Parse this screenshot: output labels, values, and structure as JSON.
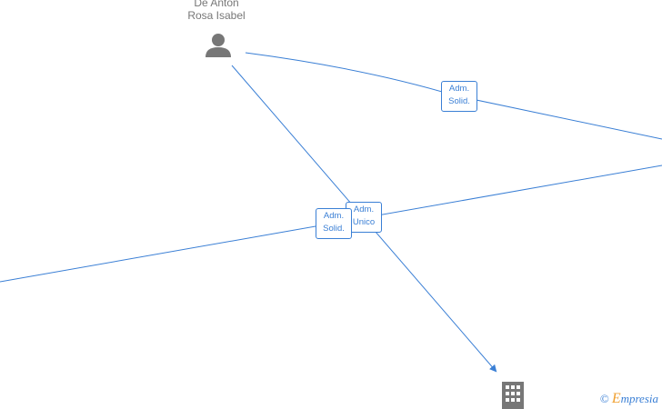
{
  "nodes": {
    "person": {
      "line1": "De Anton",
      "line2": "Rosa Isabel",
      "icon": "person-icon"
    },
    "company": {
      "icon": "building-icon"
    }
  },
  "edges": [
    {
      "line1": "Adm.",
      "line2": "Solid."
    },
    {
      "line1": "Adm.",
      "line2": "Unico"
    },
    {
      "line1": "Adm.",
      "line2": "Solid."
    }
  ],
  "colors": {
    "edge": "#3a7fd5",
    "icon": "#777777"
  },
  "watermark": {
    "copyright": "©",
    "brand_first": "E",
    "brand_rest": "mpresia"
  }
}
